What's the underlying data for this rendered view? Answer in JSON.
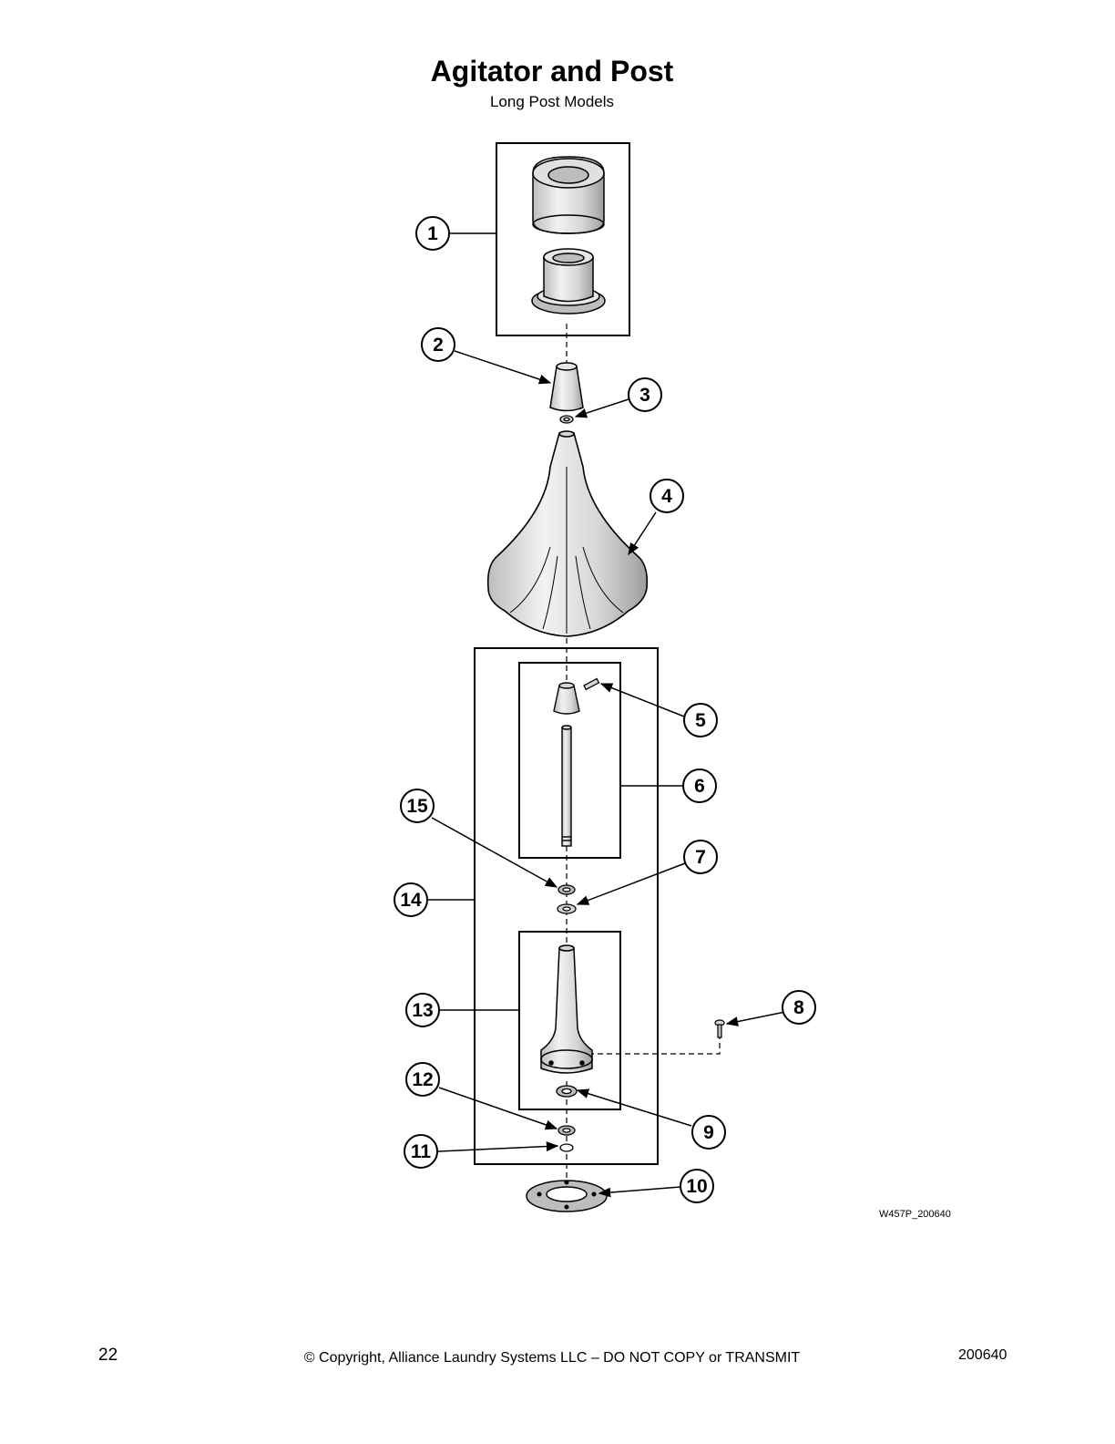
{
  "header": {
    "title": "Agitator and Post",
    "subtitle": "Long Post Models"
  },
  "diagram": {
    "callouts": [
      {
        "id": "1",
        "label": "1"
      },
      {
        "id": "2",
        "label": "2"
      },
      {
        "id": "3",
        "label": "3"
      },
      {
        "id": "4",
        "label": "4"
      },
      {
        "id": "5",
        "label": "5"
      },
      {
        "id": "6",
        "label": "6"
      },
      {
        "id": "7",
        "label": "7"
      },
      {
        "id": "8",
        "label": "8"
      },
      {
        "id": "9",
        "label": "9"
      },
      {
        "id": "10",
        "label": "10"
      },
      {
        "id": "11",
        "label": "11"
      },
      {
        "id": "12",
        "label": "12"
      },
      {
        "id": "13",
        "label": "13"
      },
      {
        "id": "14",
        "label": "14"
      },
      {
        "id": "15",
        "label": "15"
      }
    ],
    "reference_code": "W457P_200640"
  },
  "footer": {
    "page_number": "22",
    "copyright": "© Copyright, Alliance Laundry Systems LLC – DO NOT COPY or TRANSMIT",
    "doc_number": "200640"
  },
  "colors": {
    "line": "#000000",
    "part_fill": "#e6e6e6",
    "part_shade": "#bdbdbd",
    "background": "#ffffff"
  }
}
